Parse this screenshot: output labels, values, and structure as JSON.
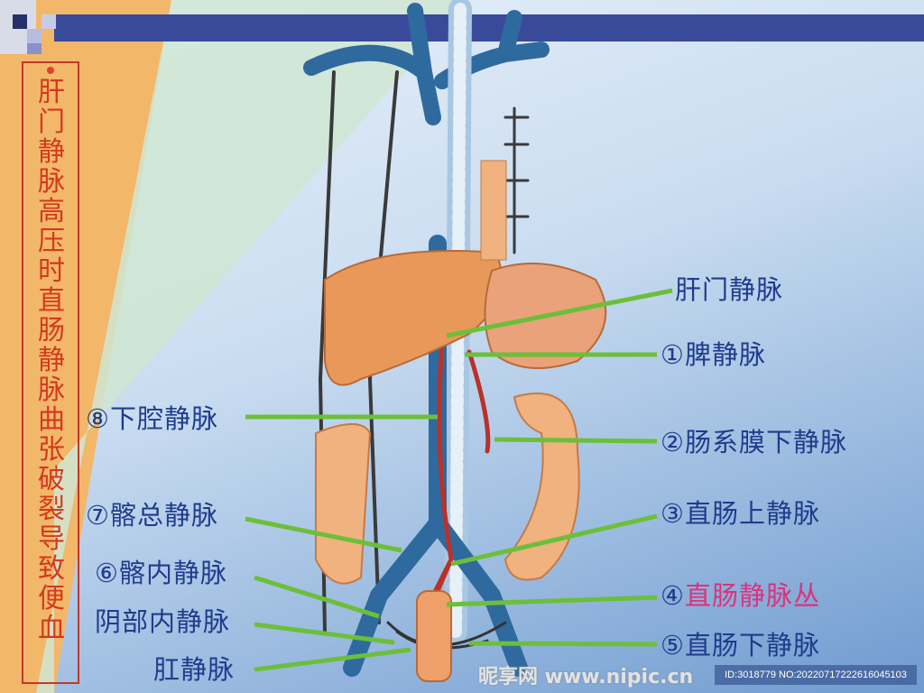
{
  "side_title": "肝门静脉高压时直肠静脉曲张破裂导致便血",
  "labels": {
    "portal_vein": "肝门静脉",
    "splenic_vein": "①脾静脉",
    "inferior_mesenteric_vein": "②肠系膜下静脉",
    "superior_rectal_vein": "③直肠上静脉",
    "rectal_plexus_num": "④",
    "rectal_plexus": "直肠静脉丛",
    "inferior_rectal_vein": "⑤直肠下静脉",
    "inferior_vena_cava": "⑧下腔静脉",
    "common_iliac_vein": "⑦髂总静脉",
    "internal_iliac_vein": "⑥髂内静脉",
    "internal_pudendal_vein": "阴部内静脉",
    "anal_vein": "肛静脉"
  },
  "watermark": "昵享网 www.nipic.cn",
  "image_id": "ID:3018779 NO:20220717222616045103",
  "colors": {
    "label": "#1f3c8c",
    "highlight": "#e0307a",
    "pointer": "#6cbf3a",
    "vein": "#2e6a9e"
  }
}
